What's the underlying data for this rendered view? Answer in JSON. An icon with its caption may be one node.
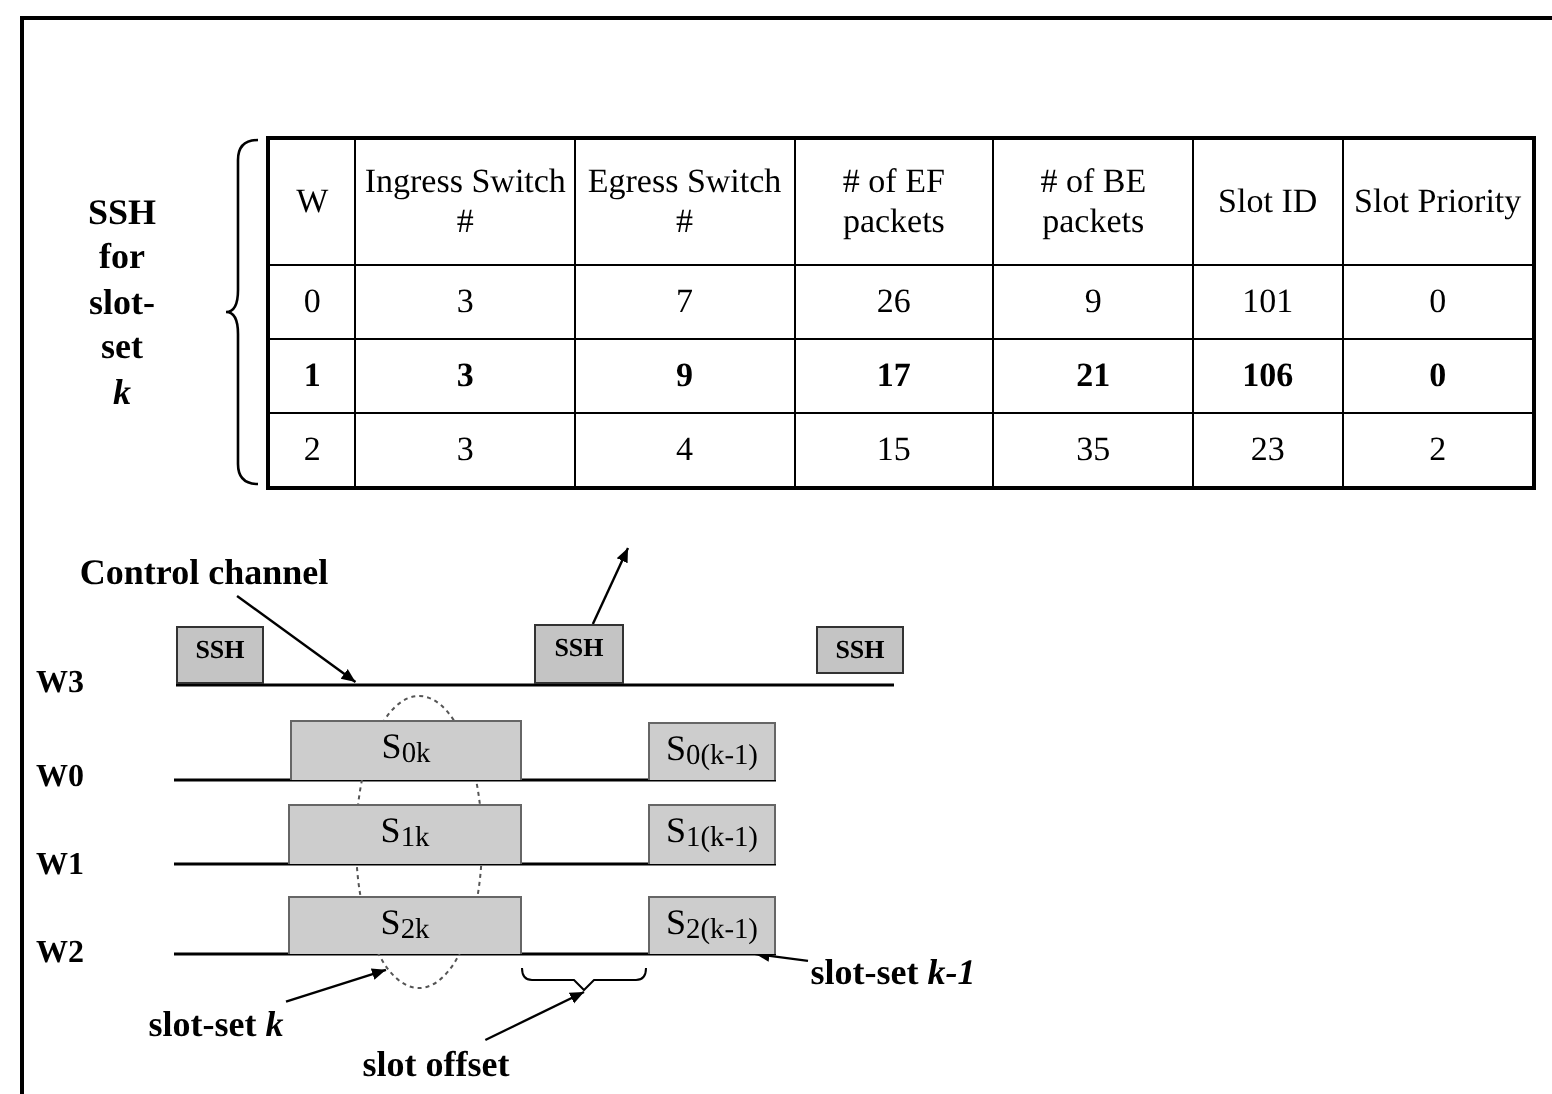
{
  "diagram": {
    "nodes": [
      {
        "text": [
          "SSH"
        ]
      },
      {
        "text": [
          "SSH"
        ]
      },
      {
        "text": [
          "SSH"
        ]
      },
      {
        "text": [
          "S$_{0k}$"
        ]
      },
      {
        "text": [
          "S$_{0(k-1)}$"
        ]
      },
      {
        "text": [
          "S$_{1k}$"
        ]
      },
      {
        "text": [
          "S$_{1(k-1)}$"
        ]
      },
      {
        "text": [
          "S$_{2k}$"
        ]
      },
      {
        "text": [
          "S$_{2(k-1)}$"
        ]
      },
      {
        "text": [],
        "shape": "ellipse"
      },
      {
        "text": [
          "slot-set *k*"
        ]
      },
      {
        "text": [
          "Control channel"
        ]
      },
      {
        "text": [
          "slot offset"
        ]
      },
      {
        "text": [
          "slot-set *k-1*"
        ]
      },
      {
        "text": [
          "SSH for slot-set *k*"
        ]
      },
      {
        "text": [],
        "shape": "line"
      },
      {
        "text": [],
        "shape": "brace"
      }
    ],
    "edges": [
      {
        "from": 1,
        "to": null,
        "arrow": "to"
      },
      {
        "from": 11,
        "to": 15,
        "arrow": "to"
      },
      {
        "from": 10,
        "to": 9,
        "arrow": "to"
      },
      {
        "from": 12,
        "to": 16,
        "arrow": "to"
      },
      {
        "from": 13,
        "to": 8,
        "arrow": "to"
      }
    ],
    "labels": [
      "W",
      "Ingress Switch #",
      "Egress Switch #",
      "# of EF packets",
      "# of BE packets",
      "Slot ID",
      "Slot Priority",
      "0",
      "3",
      "7",
      "26",
      "9",
      "101",
      "0",
      "1",
      "3",
      "9",
      "17",
      "21",
      "106",
      "0",
      "2",
      "3",
      "4",
      "15",
      "35",
      "23",
      "2",
      "W3",
      "W0",
      "W1",
      "W2"
    ]
  }
}
